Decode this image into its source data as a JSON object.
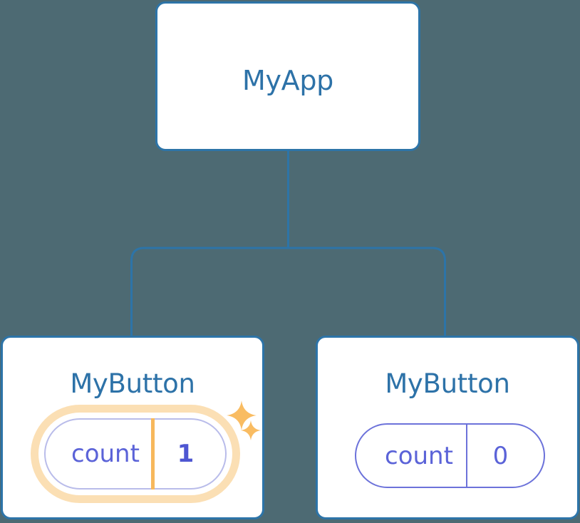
{
  "diagram": {
    "title": "component-tree-state-update",
    "background_color": "#4d6a73",
    "node_border_color": "#2d74a8",
    "node_title_color": "#2d72a8",
    "pill_color": "#5b63d8",
    "highlight_color": "#f7b85c",
    "highlight_glow_color": "#fbdfb4",
    "edge_color": "#2d74a8"
  },
  "root": {
    "label": "MyApp"
  },
  "children": [
    {
      "label": "MyButton",
      "state": {
        "key": "count",
        "value": "1"
      },
      "highlighted": "true",
      "sparkles": {
        "large": "sparkle-icon",
        "small": "sparkle-icon"
      }
    },
    {
      "label": "MyButton",
      "state": {
        "key": "count",
        "value": "0"
      },
      "highlighted": "false"
    }
  ]
}
